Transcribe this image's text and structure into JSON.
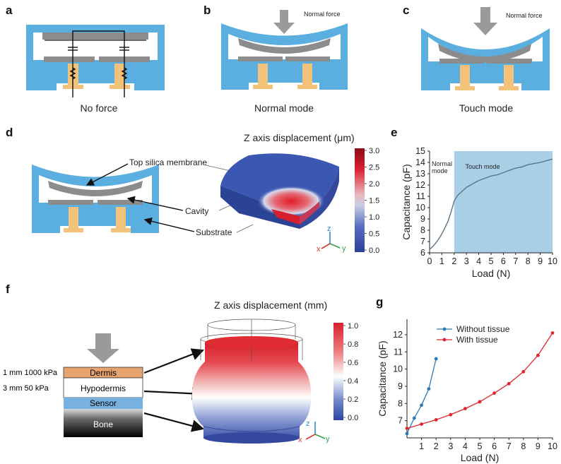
{
  "colors": {
    "frame": "#5baee0",
    "gray": "#8c8c8c",
    "dark_gray": "#6e6e6e",
    "pillar": "#f2c27a",
    "touch_region": "#a9cfe6",
    "without_tissue": "#2a7ab8",
    "with_tissue": "#e1252e",
    "curve_e": "#5a7486",
    "arrow": "#9a9a9a"
  },
  "panels": {
    "a": {
      "label": "a",
      "caption": "No force"
    },
    "b": {
      "label": "b",
      "caption": "Normal mode",
      "force_label": "Normal force"
    },
    "c": {
      "label": "c",
      "caption": "Touch mode",
      "force_label": "Normal force"
    },
    "d": {
      "label": "d",
      "title": "Z axis displacement (μm)",
      "callouts": [
        "Top silica membrane",
        "Cavity",
        "Substrate"
      ],
      "colorbar": {
        "ticks": [
          "3.0",
          "2.5",
          "2.0",
          "1.5",
          "1.0",
          "0.5",
          "0.0"
        ]
      },
      "axes": {
        "x": "x",
        "y": "y",
        "z": "z"
      }
    },
    "f": {
      "label": "f",
      "title": "Z axis displacement (mm)",
      "layers": [
        {
          "name": "Dermis",
          "spec": "1 mm 1000 kPa"
        },
        {
          "name": "Hypodermis",
          "spec": "3 mm 50 kPa"
        },
        {
          "name": "Sensor",
          "spec": ""
        },
        {
          "name": "Bone",
          "spec": ""
        }
      ],
      "colorbar": {
        "ticks": [
          "1.0",
          "0.8",
          "0.6",
          "0.4",
          "0.2",
          "0.0"
        ]
      },
      "axes": {
        "x": "x",
        "y": "y",
        "z": "z"
      }
    }
  },
  "chart_data": [
    {
      "panel": "e",
      "type": "line",
      "xlabel": "Load (N)",
      "ylabel": "Capacitance (pF)",
      "xlim": [
        0,
        10
      ],
      "ylim": [
        6,
        15
      ],
      "xticks": [
        0,
        1,
        2,
        3,
        4,
        5,
        6,
        7,
        8,
        9,
        10
      ],
      "yticks": [
        6,
        7,
        8,
        9,
        10,
        11,
        12,
        13,
        14,
        15
      ],
      "regions": [
        {
          "label": "Normal\nmode",
          "x0": 0,
          "x1": 2
        },
        {
          "label": "Touch mode",
          "x0": 2,
          "x1": 10
        }
      ],
      "series": [
        {
          "x": [
            0,
            0.3,
            0.6,
            0.9,
            1.2,
            1.5,
            1.8,
            2.0,
            2.3,
            2.7,
            3.0,
            3.5,
            4.0,
            4.5,
            5.0,
            5.5,
            6.0,
            6.5,
            7.0,
            7.5,
            8.0,
            8.5,
            9.0,
            9.5,
            10.0
          ],
          "y": [
            6.3,
            6.6,
            7.0,
            7.5,
            8.1,
            8.8,
            9.8,
            10.6,
            11.1,
            11.5,
            11.8,
            12.1,
            12.4,
            12.6,
            12.8,
            12.9,
            13.1,
            13.3,
            13.5,
            13.6,
            13.8,
            13.9,
            14.0,
            14.15,
            14.3
          ]
        }
      ]
    },
    {
      "panel": "g",
      "type": "line",
      "xlabel": "Load (N)",
      "ylabel": "Capacitance (pF)",
      "xlim": [
        0,
        10
      ],
      "ylim": [
        6,
        12.9
      ],
      "xticks": [
        1,
        2,
        3,
        4,
        5,
        6,
        7,
        8,
        9,
        10
      ],
      "yticks": [
        7,
        8,
        9,
        10,
        11,
        12
      ],
      "legend": "top-left",
      "series": [
        {
          "name": "Without tissue",
          "x": [
            0,
            0.5,
            1,
            1.5,
            2
          ],
          "y": [
            6.25,
            7.15,
            7.9,
            8.85,
            10.6
          ]
        },
        {
          "name": "With tissue",
          "x": [
            0,
            1,
            2,
            3,
            4,
            5,
            6,
            7,
            8,
            9,
            10
          ],
          "y": [
            6.55,
            6.8,
            7.05,
            7.35,
            7.7,
            8.1,
            8.6,
            9.15,
            9.85,
            10.8,
            12.1
          ]
        }
      ]
    }
  ]
}
